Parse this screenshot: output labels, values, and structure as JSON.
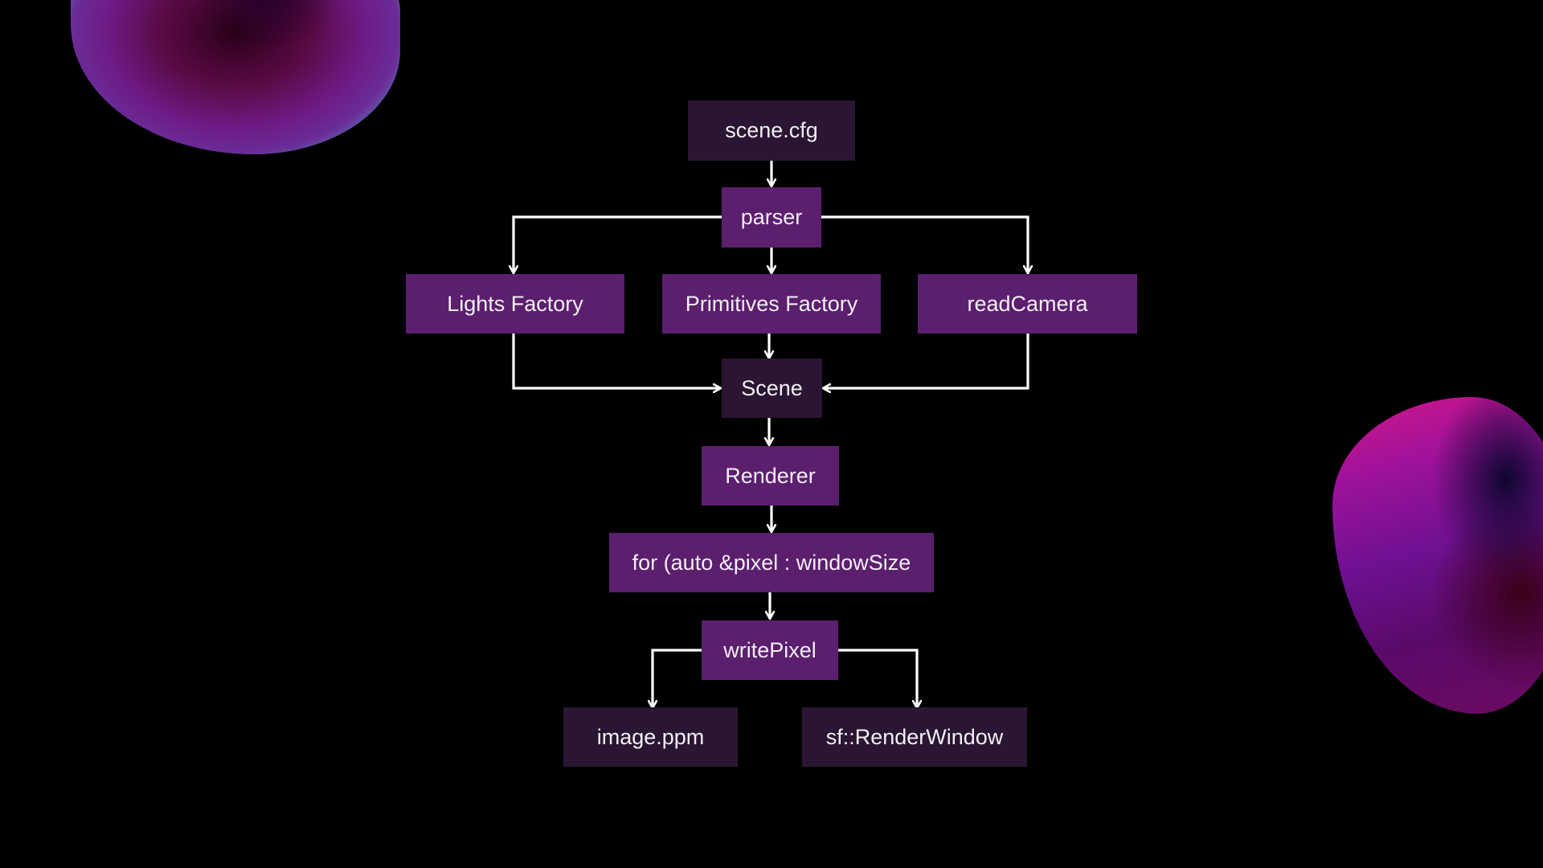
{
  "nodes": {
    "scene_cfg": "scene.cfg",
    "parser": "parser",
    "lights_factory": "Lights Factory",
    "primitives_factory": "Primitives Factory",
    "read_camera": "readCamera",
    "scene": "Scene",
    "renderer": "Renderer",
    "for_loop": "for (auto &pixel : windowSize",
    "write_pixel": "writePixel",
    "image_ppm": "image.ppm",
    "render_window": "sf::RenderWindow"
  },
  "colors": {
    "background": "#000000",
    "node_dark": "#2a1632",
    "node_purple": "#5b1f6e",
    "text": "#f4eef6",
    "arrow": "#ffffff"
  }
}
